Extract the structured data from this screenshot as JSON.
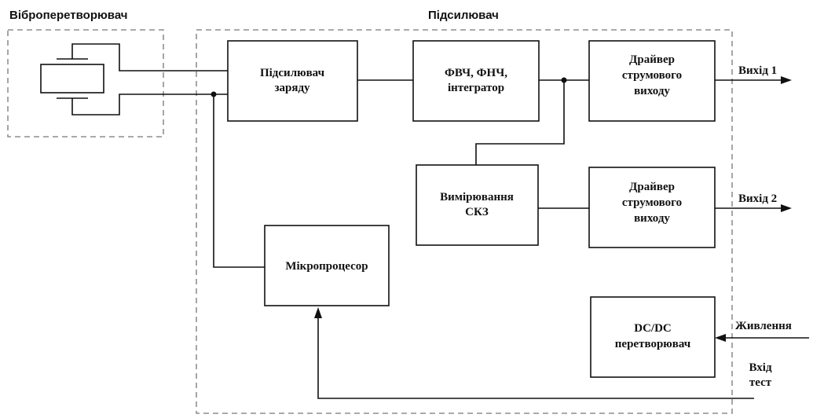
{
  "groups": {
    "sensor": "Віброперетворювач",
    "amplifier": "Підсилювач"
  },
  "blocks": {
    "charge_amp": [
      "Підсилювач",
      "заряду"
    ],
    "filters": [
      "ФВЧ, ФНЧ,",
      "інтегратор"
    ],
    "driver1": [
      "Драйвер",
      "струмового",
      "виходу"
    ],
    "rms": [
      "Вимірювання",
      "СКЗ"
    ],
    "driver2": [
      "Драйвер",
      "струмового",
      "виходу"
    ],
    "micro": [
      "Мікропроцесор"
    ],
    "dcdc": [
      "DC/DC",
      "перетворювач"
    ]
  },
  "io": {
    "out1": "Вихід 1",
    "out2": "Вихід 2",
    "power": "Живлення",
    "test": [
      "Вхід",
      "тест"
    ]
  }
}
